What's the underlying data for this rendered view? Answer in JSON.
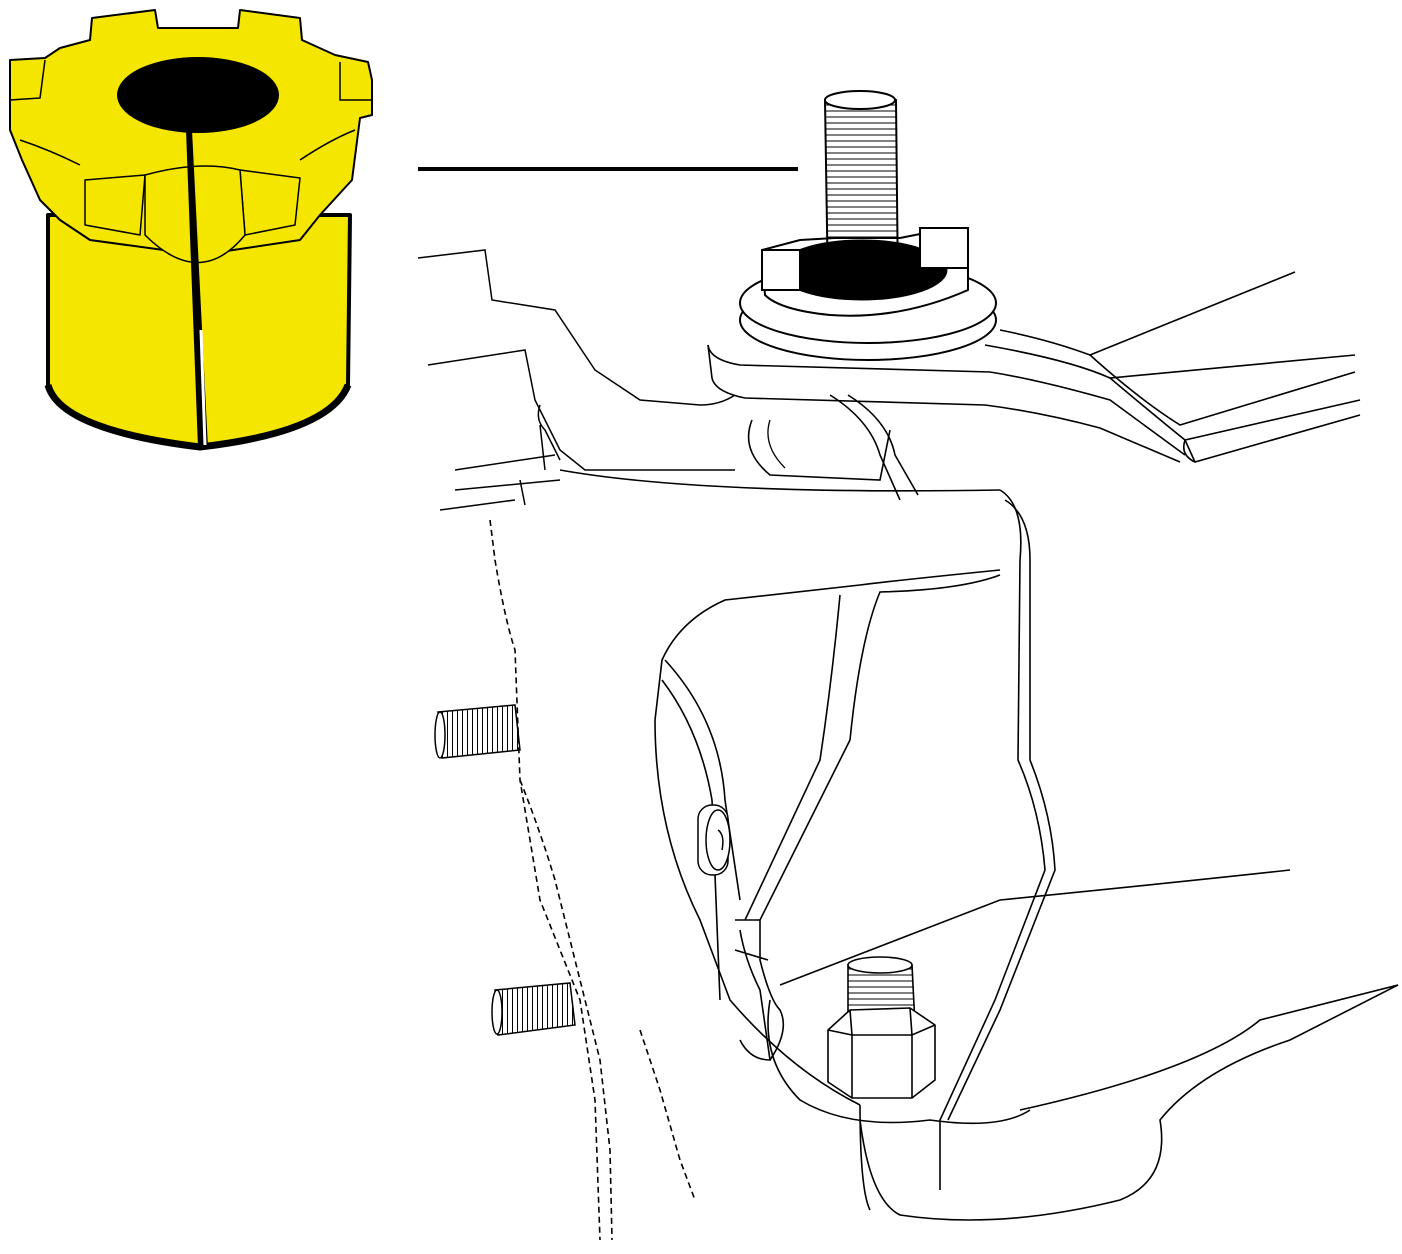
{
  "diagram": {
    "colors": {
      "background": "#ffffff",
      "line": "#000000",
      "bushing_fill": "#f5e600",
      "bushing_shadow": "#c9bd00"
    },
    "parts": {
      "bushing": "camber-caster-bushing",
      "leader": "leader-line",
      "upper_arm": "upper-control-arm",
      "ball_joint_stud": "ball-joint-stud",
      "knuckle": "steering-knuckle",
      "lower_nut": "lower-ball-joint-nut",
      "wheel_studs": "wheel-studs"
    }
  }
}
